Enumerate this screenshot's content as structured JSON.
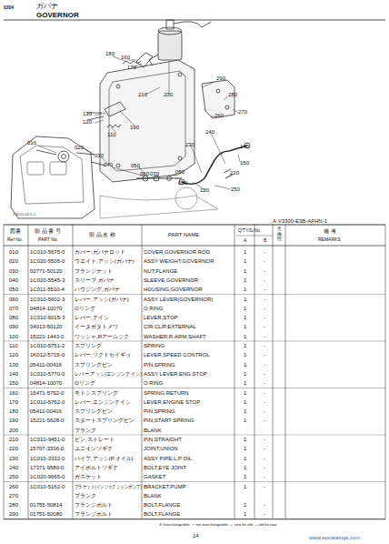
{
  "diagram": {
    "labels": [
      "0204",
      "ガバナ",
      "GOVERNOR",
      "1G070-03-1-1",
      "A:V3300-E3B-AFHN-1",
      "図番",
      "Ref No.",
      "部 品 番 号",
      "PART No.",
      "部 品 名 称",
      "PART NAME",
      "Q'TY/S.No.",
      "A",
      "B",
      "互換性",
      "備 考",
      "REMARKS",
      "14",
      "※ Interchangeable: ⇔ not interchangeable: ← new for old: → old for new",
      "www.epcatalogs.com",
      "180",
      "160",
      "170",
      "210",
      "200",
      "290",
      "280",
      "130",
      "120",
      "110",
      "190",
      "270",
      "260",
      "240",
      "230",
      "220",
      "250",
      "150",
      "140",
      "010",
      "020",
      "030",
      "040",
      "050",
      "060",
      "070",
      "080",
      "090",
      "100",
      "010",
      "1C010-5675-0",
      "カバー,ガバナロッド",
      "COVER,GOVERNOR ROD",
      "1",
      "-",
      "020",
      "1C020-5505-0",
      "ウエイト,アッシ(ガバナ)",
      "ASSY WEIGHT,GOVERNOR",
      "1",
      "-",
      "030",
      "02771-50120",
      "フランジナット",
      "NUT,FLANGE",
      "1",
      "-",
      "040",
      "1C020-5545-3",
      "スリーブ,ガバナ",
      "SLEEVE,GOVERNOR",
      "1",
      "-",
      "050",
      "1C011-5510-4",
      "ハウジング,ガバナ",
      "HOUSING,GOVERNOR",
      "1",
      "-",
      "060",
      "1C010-5602-3",
      "レバー,アッシ(ガバナ)",
      "ASSY LEVER(GOVERNOR)",
      "1",
      "-",
      "070",
      "04814-10070",
      "Oリング",
      "O RING",
      "1",
      "-",
      "080",
      "1C010-6015-3",
      "レバー,テイシ",
      "LEVER,STOP",
      "1",
      "-",
      "090",
      "04013-50120",
      "イータガタトメワ",
      "CIR.CLIP,EXTERNAL",
      "1",
      "-",
      "100",
      "15221-1443-0",
      "ワッシャ,Rアームジク",
      "WASHER,R-ARM.SHAFT",
      "1",
      "-",
      "110",
      "1C010-5751-2",
      "スプリング",
      "SPRING",
      "1",
      "-",
      "120",
      "1K012-5715-0",
      "レバー,ソクドセイギョ",
      "LEVER,SPEED CONTROL",
      "1",
      "-",
      "130",
      "05411-00416",
      "スプリングピン",
      "PIN,SPRING",
      "1",
      "-",
      "140",
      "1C010-5770-0",
      "レバー,アッシ(エンジンテイシ)",
      "ASSY LEVER,ENG.STOP",
      "1",
      "-",
      "150",
      "04814-10070",
      "Oリング",
      "O RING",
      "1",
      "-",
      "160",
      "15471-5792-0",
      "モドシスプリング",
      "SPRING,RETURN",
      "1",
      "-",
      "170",
      "1C010-5762-0",
      "レバー,エンジンテイシ",
      "LEVER,ENGINE STOP",
      "1",
      "-",
      "180",
      "05411-00416",
      "スプリングピン",
      "PIN,SPRING",
      "1",
      "-",
      "190",
      "15221-5628-0",
      "スタートスプリングピン",
      "PIN,START SPRING",
      "1",
      "-",
      "200",
      "ブランク",
      "BLANK",
      "210",
      "1C010-9451-0",
      "ピン,ストレート",
      "PIN,STRAIGHT",
      "1",
      "-",
      "220",
      "15707-3336-0",
      "ユニオンツギテ",
      "JOINT,UNION",
      "1",
      "-",
      "230",
      "1C010-3332-0",
      "パイプ,アッシ(P.オイル)",
      "ASSY PIPE,L.P OIL",
      "1",
      "-",
      "240",
      "17371-9580-0",
      "アイボルトツギテ",
      "BOLT,EYE JOINT",
      "1",
      "-",
      "250",
      "1C020-9665-0",
      "ガスケット",
      "GASKET",
      "1",
      "-",
      "260",
      "1C010-5162-0",
      "ブラケット(インジェクションポンプ)",
      "BRACKET,PUMP",
      "1",
      "-",
      "270",
      "ブランク",
      "BLANK",
      "280",
      "01755-50814",
      "フランジボルト",
      "BOLT,FLANGE",
      "1",
      "-",
      "290",
      "01751-50080",
      "フランジボルト",
      "BOLT,FLANGE",
      "1",
      "-"
    ]
  }
}
